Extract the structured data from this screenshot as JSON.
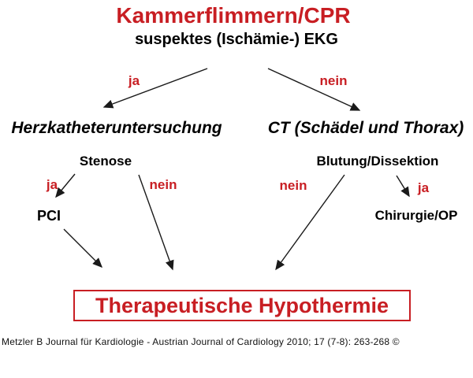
{
  "colors": {
    "accent_red": "#c81e23",
    "arrow_black": "#1a1a1a",
    "background": "#ffffff"
  },
  "header": {
    "title": "Kammerflimmern/CPR",
    "subtitle": "suspektes (Ischämie-) EKG"
  },
  "flowchart": {
    "branch_top": {
      "left_label": "ja",
      "right_label": "nein"
    },
    "left_path": {
      "exam": "Herzkatheteruntersuchung",
      "finding": "Stenose",
      "finding_yes_label": "ja",
      "finding_no_label": "nein",
      "treatment": "PCI"
    },
    "right_path": {
      "exam": "CT (Schädel und Thorax)",
      "finding": "Blutung/Dissektion",
      "finding_no_label": "nein",
      "finding_yes_label": "ja",
      "treatment": "Chirurgie/OP"
    },
    "outcome": "Therapeutische Hypothermie"
  },
  "footer": {
    "citation": "Metzler B Journal für Kardiologie - Austrian Journal of Cardiology 2010; 17 (7-8): 263-268 ©"
  }
}
